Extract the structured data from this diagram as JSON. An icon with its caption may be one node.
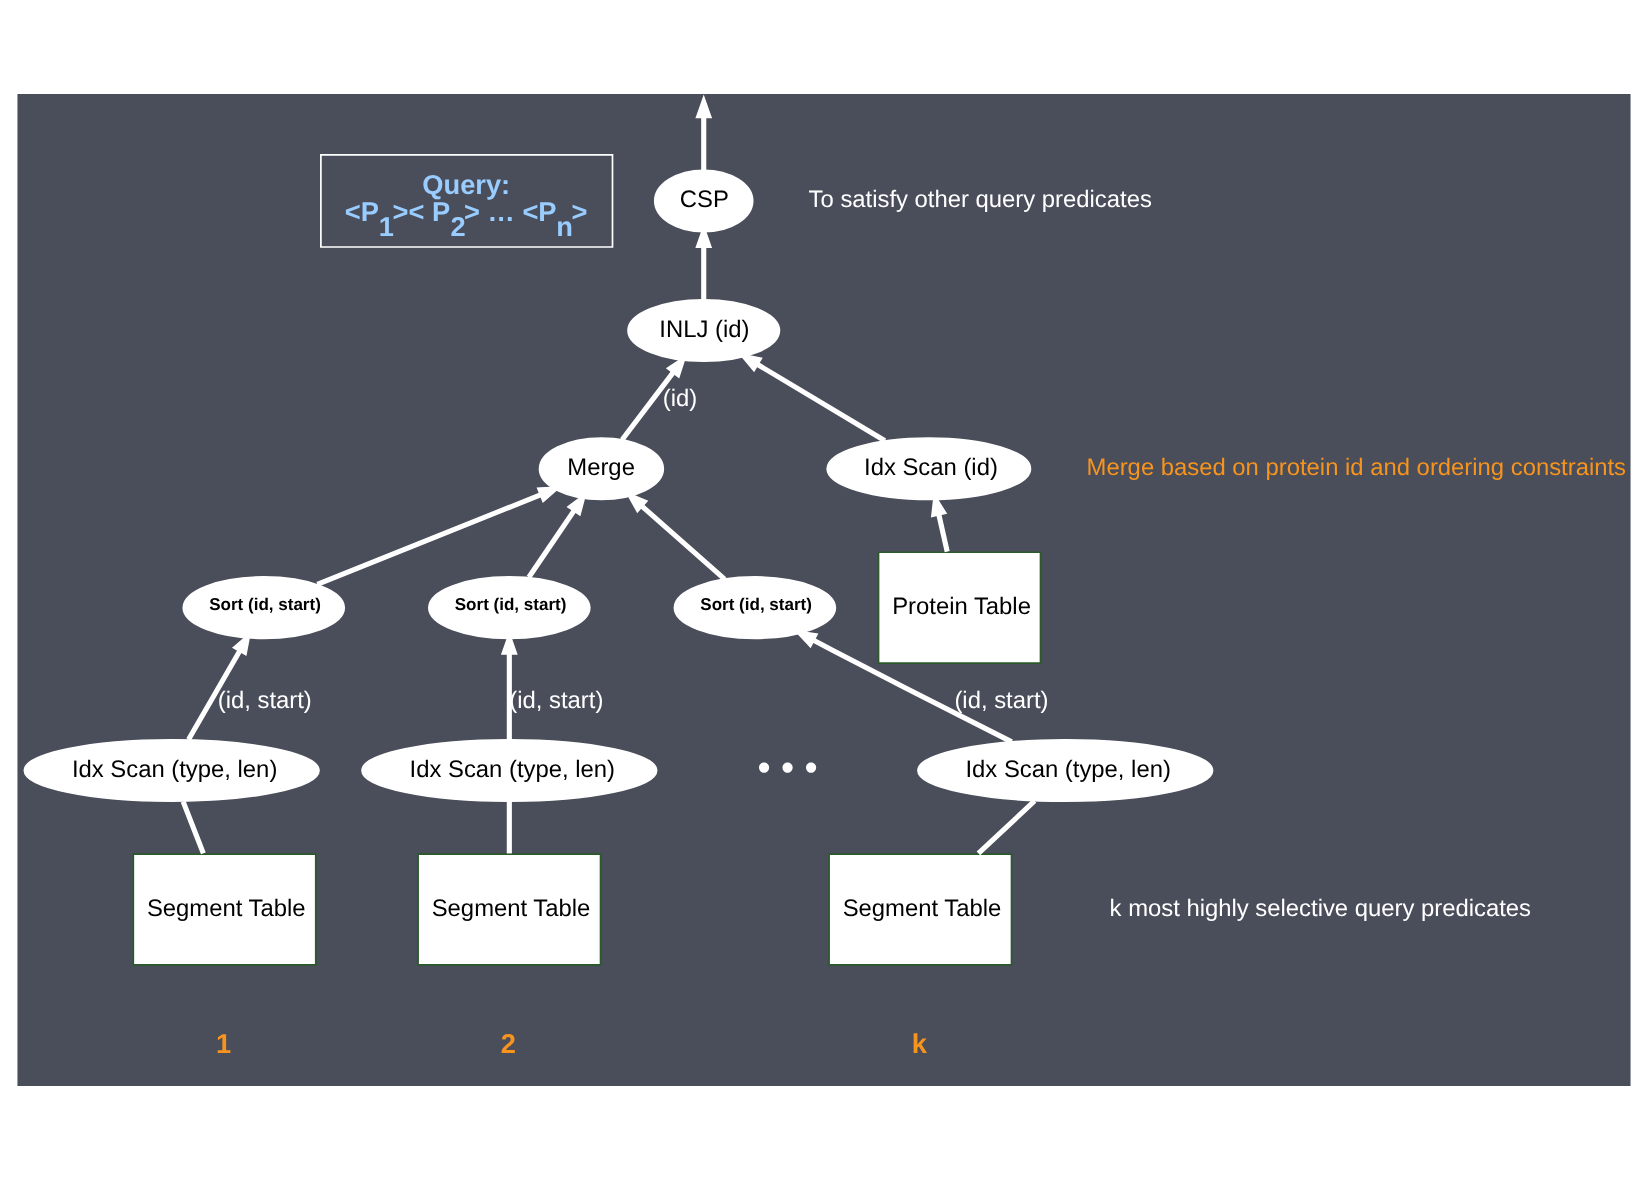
{
  "diagram": {
    "nodes": [
      {
        "text": [
          "Query:",
          "<P$_{1}$>< P$_{2}$> … <P$_{n}$>"
        ]
      },
      {
        "text": [
          "CSP"
        ]
      },
      {
        "text": [
          "INLJ (id)"
        ]
      },
      {
        "text": [
          "Merge"
        ]
      },
      {
        "text": [
          "Idx Scan (id)"
        ]
      },
      {
        "text": [
          "Sort (id, start)"
        ]
      },
      {
        "text": [
          "Sort (id, start)"
        ]
      },
      {
        "text": [
          "Sort (id, start)"
        ]
      },
      {
        "text": [
          "Protein Table"
        ]
      },
      {
        "text": [
          "Idx Scan (type, len)"
        ]
      },
      {
        "text": [
          "Idx Scan (type, len)"
        ]
      },
      {
        "text": [
          "Idx Scan (type, len)"
        ]
      },
      {
        "text": [
          "Segment Table"
        ],
        "beside": [
          "1"
        ]
      },
      {
        "text": [
          "Segment Table"
        ],
        "beside": [
          "2"
        ]
      },
      {
        "text": [
          "Segment Table"
        ],
        "beside": [
          "k"
        ]
      }
    ],
    "edges": [
      {
        "from": 12,
        "to": 9,
        "arrow": "none"
      },
      {
        "from": 13,
        "to": 10,
        "arrow": "none"
      },
      {
        "from": 14,
        "to": 11,
        "arrow": "none"
      },
      {
        "from": 9,
        "to": 5,
        "arrow": "to",
        "label": "(id, start)"
      },
      {
        "from": 10,
        "to": 6,
        "arrow": "to",
        "label": "(id, start)"
      },
      {
        "from": 11,
        "to": 7,
        "arrow": "to",
        "label": "(id, start)"
      },
      {
        "from": 5,
        "to": 3,
        "arrow": "to"
      },
      {
        "from": 6,
        "to": 3,
        "arrow": "to"
      },
      {
        "from": 7,
        "to": 3,
        "arrow": "to"
      },
      {
        "from": 3,
        "to": 2,
        "arrow": "to",
        "label": "(id)"
      },
      {
        "from": 8,
        "to": 4,
        "arrow": "to"
      },
      {
        "from": 4,
        "to": 2,
        "arrow": "to"
      },
      {
        "from": 2,
        "to": 1,
        "arrow": "to"
      },
      {
        "from": 1,
        "to": null,
        "arrow": "to"
      }
    ],
    "labels": [
      "To satisfy other query predicates",
      "Merge based on protein id and ordering constraints",
      "• • •",
      "k most highly selective query predicates"
    ]
  }
}
